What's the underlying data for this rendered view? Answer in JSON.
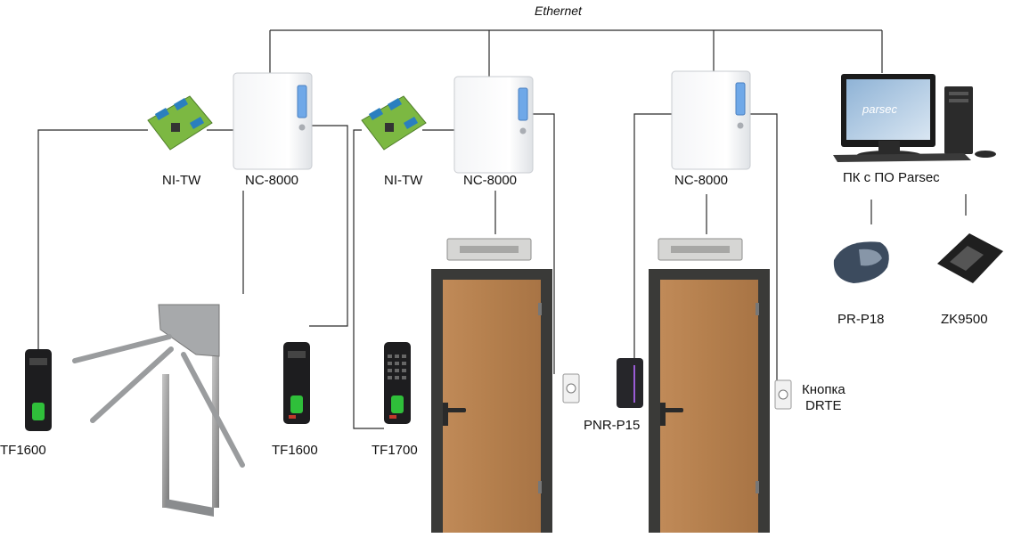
{
  "network": {
    "label": "Ethernet"
  },
  "controllers": [
    {
      "id": "c1",
      "label": "NC-8000"
    },
    {
      "id": "c2",
      "label": "NC-8000"
    },
    {
      "id": "c3",
      "label": "NC-8000"
    }
  ],
  "interfaces": [
    {
      "id": "i1",
      "label": "NI-TW"
    },
    {
      "id": "i2",
      "label": "NI-TW"
    }
  ],
  "pc": {
    "label": "ПК с ПО Parsec",
    "screen_text": "parsec"
  },
  "readers": [
    {
      "id": "r1",
      "label": "TF1600"
    },
    {
      "id": "r2",
      "label": "TF1600"
    },
    {
      "id": "r3",
      "label": "TF1700"
    },
    {
      "id": "r4",
      "label": "PNR-P15"
    },
    {
      "id": "r5",
      "label": "PR-P18"
    },
    {
      "id": "r6",
      "label": "ZK9500"
    }
  ],
  "exit_button": {
    "label_line1": "Кнопка",
    "label_line2": "DRTE"
  },
  "colors": {
    "wire": "#2a2a2a",
    "door": "#b98350",
    "frame": "#3a3a38",
    "board": "#2a7fbf"
  }
}
